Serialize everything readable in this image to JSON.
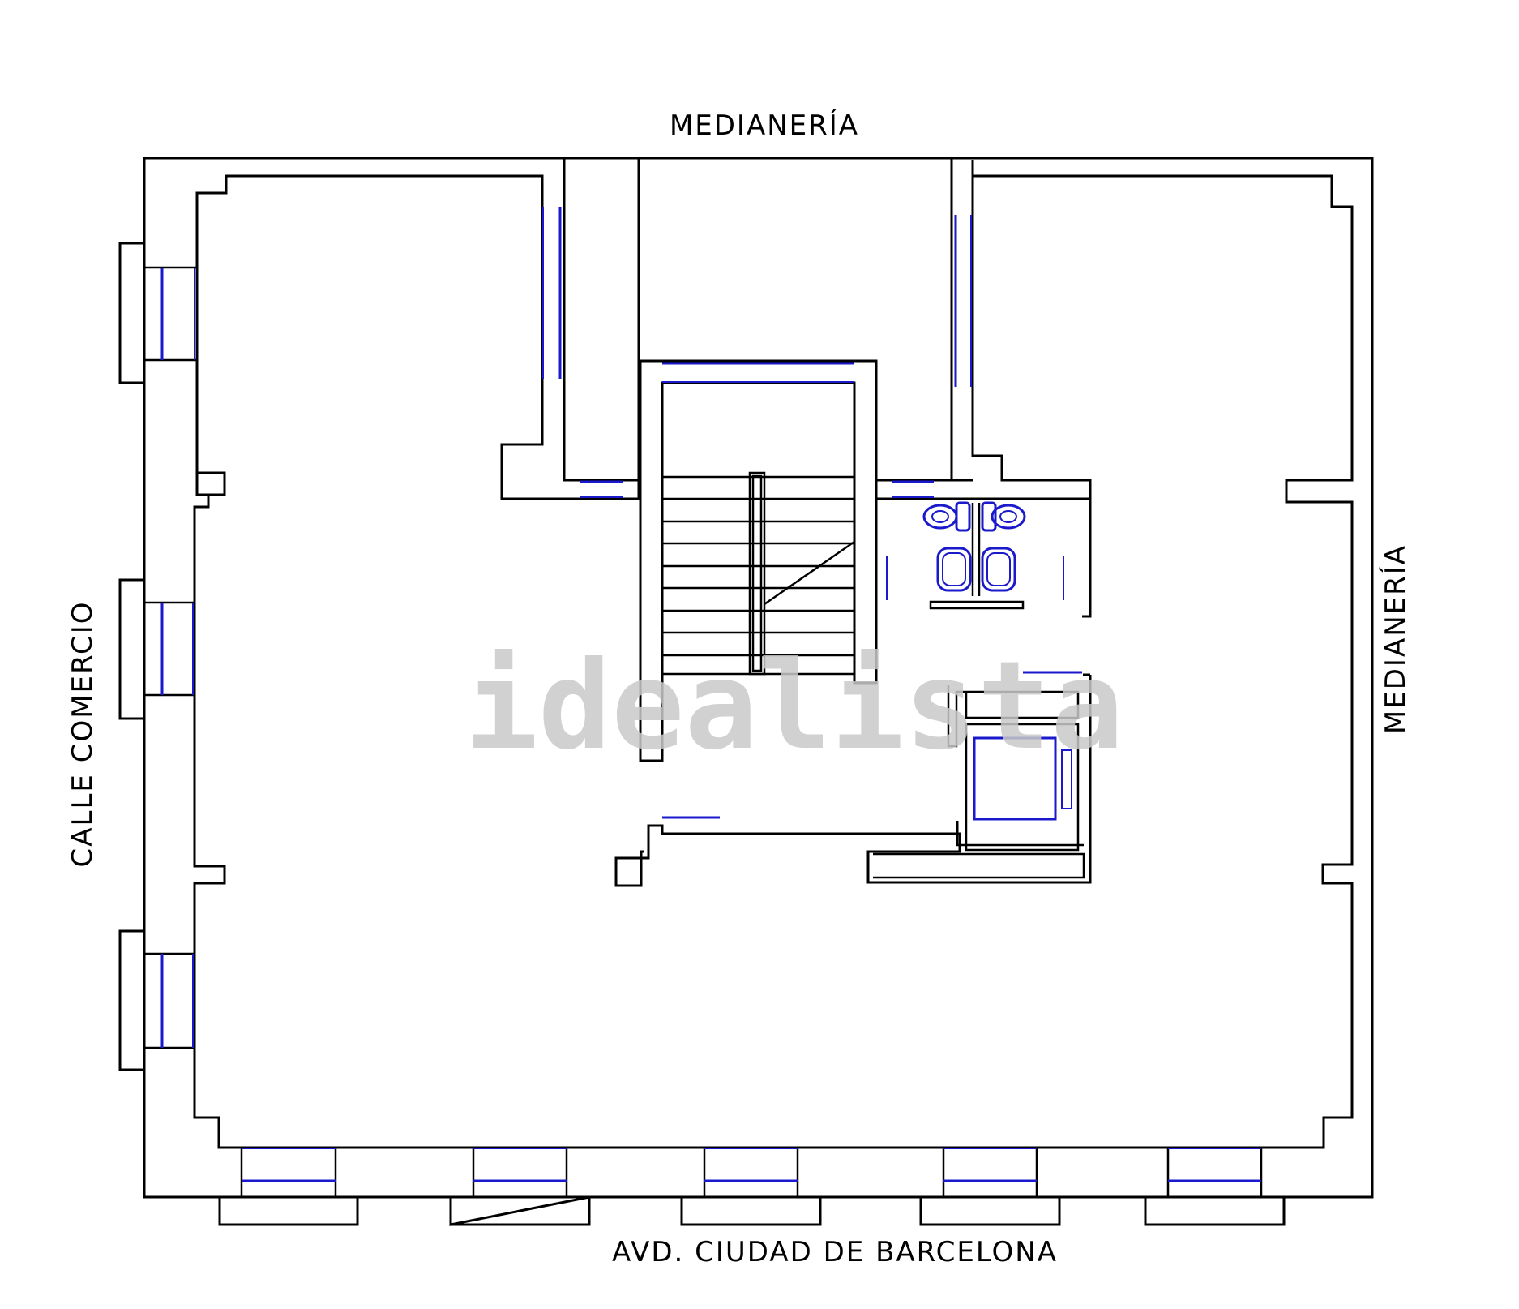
{
  "labels": {
    "top": "MEDIANERÍA",
    "right": "MEDIANERÍA",
    "left": "CALLE  COMERCIO",
    "bottom": "AVD.  CIUDAD  DE  BARCELONA"
  },
  "watermark": "idealista",
  "colors": {
    "wall": "#000000",
    "window": "#1a1acc",
    "watermark": "#c9c9c9"
  }
}
